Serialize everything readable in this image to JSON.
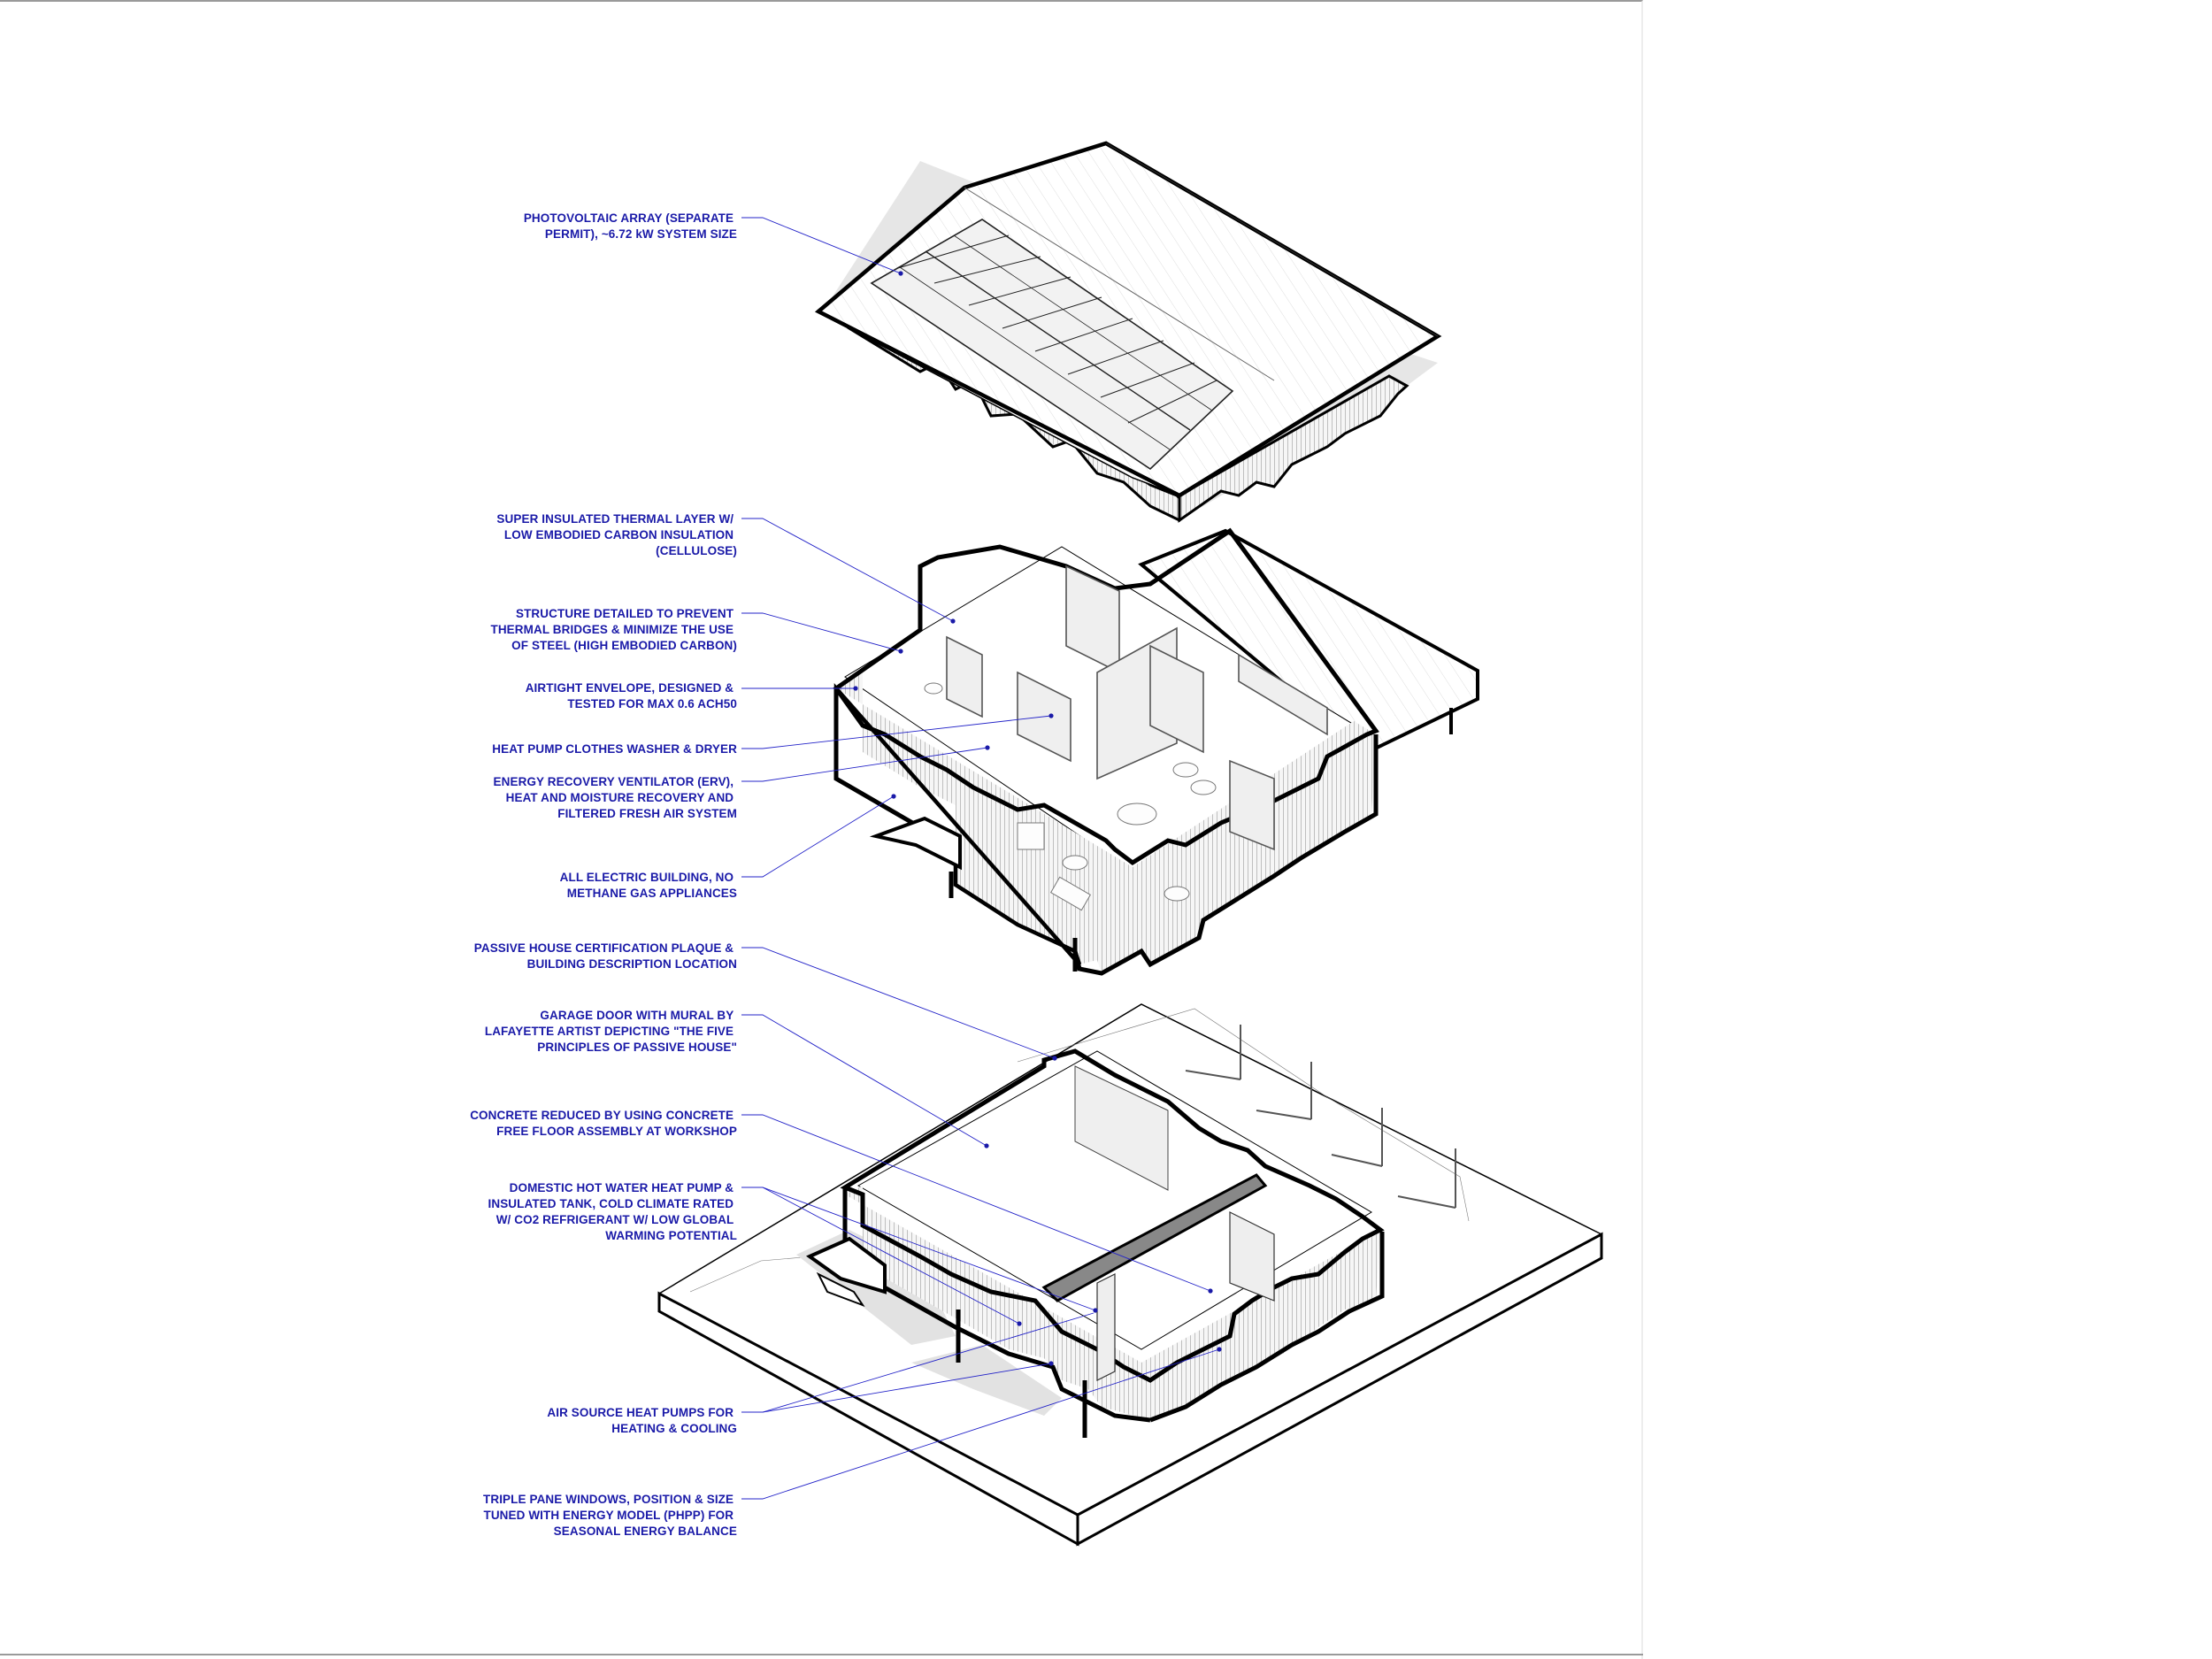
{
  "callouts": [
    {
      "id": "pv",
      "lines": [
        "PHOTOVOLTAIC ARRAY (SEPARATE",
        "PERMIT), ~6.72 kW SYSTEM SIZE"
      ]
    },
    {
      "id": "thermal",
      "lines": [
        "SUPER INSULATED THERMAL LAYER W/",
        "LOW EMBODIED CARBON INSULATION",
        "(CELLULOSE)"
      ]
    },
    {
      "id": "structure",
      "lines": [
        "STRUCTURE DETAILED TO PREVENT",
        "THERMAL BRIDGES & MINIMIZE THE USE",
        "OF STEEL (HIGH EMBODIED CARBON)"
      ]
    },
    {
      "id": "airtight",
      "lines": [
        "AIRTIGHT ENVELOPE, DESIGNED &",
        "TESTED FOR MAX 0.6 ACH50"
      ]
    },
    {
      "id": "washer",
      "lines": [
        "HEAT PUMP CLOTHES WASHER & DRYER"
      ]
    },
    {
      "id": "erv",
      "lines": [
        "ENERGY RECOVERY VENTILATOR (ERV),",
        "HEAT AND MOISTURE RECOVERY AND",
        "FILTERED FRESH AIR SYSTEM"
      ]
    },
    {
      "id": "electric",
      "lines": [
        "ALL ELECTRIC BUILDING, NO",
        "METHANE GAS APPLIANCES"
      ]
    },
    {
      "id": "plaque",
      "lines": [
        "PASSIVE HOUSE CERTIFICATION PLAQUE &",
        "BUILDING DESCRIPTION LOCATION"
      ]
    },
    {
      "id": "garage",
      "lines": [
        "GARAGE DOOR WITH MURAL BY",
        "LAFAYETTE ARTIST DEPICTING \"THE FIVE",
        "PRINCIPLES OF PASSIVE HOUSE\""
      ]
    },
    {
      "id": "concrete",
      "lines": [
        "CONCRETE REDUCED BY USING CONCRETE",
        "FREE FLOOR ASSEMBLY AT WORKSHOP"
      ]
    },
    {
      "id": "dhw",
      "lines": [
        "DOMESTIC HOT WATER HEAT PUMP &",
        "INSULATED TANK, COLD CLIMATE RATED",
        "W/ CO2 REFRIGERANT W/ LOW GLOBAL",
        "WARMING POTENTIAL"
      ]
    },
    {
      "id": "ashp",
      "lines": [
        "AIR SOURCE HEAT PUMPS FOR",
        "HEATING & COOLING"
      ]
    },
    {
      "id": "windows",
      "lines": [
        "TRIPLE PANE WINDOWS, POSITION & SIZE",
        "TUNED WITH ENERGY MODEL (PHPP) FOR",
        "SEASONAL ENERGY BALANCE"
      ]
    }
  ],
  "colors": {
    "annotation": "#1a1aa8",
    "leader": "#2323c8",
    "linework": "#000000",
    "sheet_border": "#9a9a9a"
  }
}
